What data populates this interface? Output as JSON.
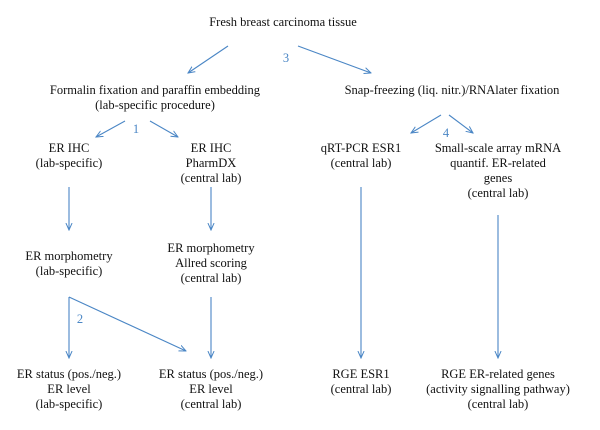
{
  "colors": {
    "arrow": "#4a86c5",
    "text": "#111111",
    "step_number": "#4a86c5"
  },
  "nodes": {
    "root": [
      "Fresh breast carcinoma tissue"
    ],
    "ffpe": [
      "Formalin fixation and paraffin embedding",
      "(lab-specific procedure)"
    ],
    "snap": [
      "Snap-freezing (liq. nitr.)/RNAlater fixation"
    ],
    "er_ihc_lab": [
      "ER IHC",
      "(lab-specific)"
    ],
    "er_ihc_pharmdx": [
      "ER IHC",
      "PharmDX",
      "(central lab)"
    ],
    "qrtpcr": [
      "qRT-PCR ESR1",
      "(central lab)"
    ],
    "array": [
      "Small-scale array mRNA",
      "quantif. ER-related",
      "genes",
      "(central lab)"
    ],
    "morph_lab": [
      "ER morphometry",
      "(lab-specific)"
    ],
    "morph_central": [
      "ER morphometry",
      "Allred scoring",
      "(central lab)"
    ],
    "status_lab": [
      "ER status (pos./neg.)",
      "ER level",
      "(lab-specific)"
    ],
    "status_central": [
      "ER status (pos./neg.)",
      "ER level",
      "(central lab)"
    ],
    "rge_esr1": [
      "RGE ESR1",
      "(central lab)"
    ],
    "rge_genes": [
      "RGE ER-related genes",
      "(activity signalling pathway)",
      "(central lab)"
    ]
  },
  "steps": {
    "s1": "1",
    "s2": "2",
    "s3": "3",
    "s4": "4"
  }
}
